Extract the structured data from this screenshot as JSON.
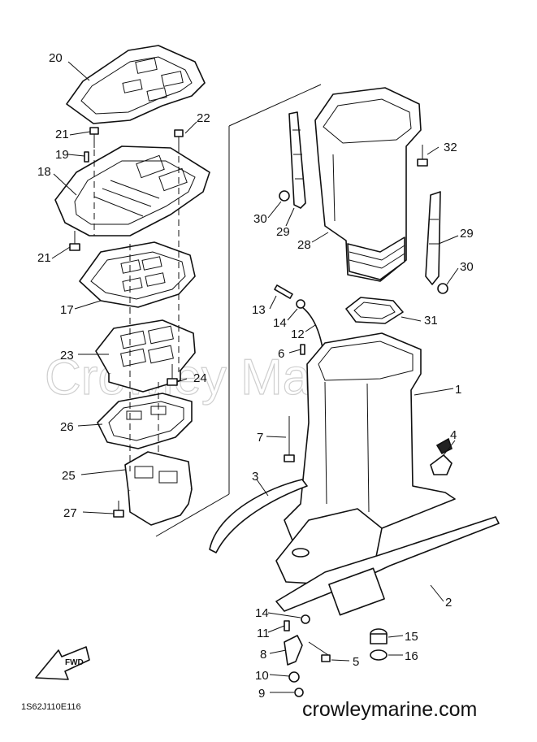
{
  "diagram": {
    "watermark": "Crowley Marine",
    "code": "1S62J110E116",
    "credit": "crowleymarine.com",
    "fwd_label": "FWD"
  },
  "callouts": [
    {
      "id": "c20",
      "label": "20"
    },
    {
      "id": "c22",
      "label": "22"
    },
    {
      "id": "c21a",
      "label": "21"
    },
    {
      "id": "c19",
      "label": "19"
    },
    {
      "id": "c18",
      "label": "18"
    },
    {
      "id": "c21b",
      "label": "21"
    },
    {
      "id": "c17",
      "label": "17"
    },
    {
      "id": "c23",
      "label": "23"
    },
    {
      "id": "c24",
      "label": "24"
    },
    {
      "id": "c26",
      "label": "26"
    },
    {
      "id": "c25",
      "label": "25"
    },
    {
      "id": "c27",
      "label": "27"
    },
    {
      "id": "c32",
      "label": "32"
    },
    {
      "id": "c30a",
      "label": "30"
    },
    {
      "id": "c29a",
      "label": "29"
    },
    {
      "id": "c28",
      "label": "28"
    },
    {
      "id": "c29b",
      "label": "29"
    },
    {
      "id": "c30b",
      "label": "30"
    },
    {
      "id": "c13",
      "label": "13"
    },
    {
      "id": "c14a",
      "label": "14"
    },
    {
      "id": "c12",
      "label": "12"
    },
    {
      "id": "c31",
      "label": "31"
    },
    {
      "id": "c6",
      "label": "6"
    },
    {
      "id": "c1",
      "label": "1"
    },
    {
      "id": "c7",
      "label": "7"
    },
    {
      "id": "c4",
      "label": "4"
    },
    {
      "id": "c3",
      "label": "3"
    },
    {
      "id": "c2",
      "label": "2"
    },
    {
      "id": "c14b",
      "label": "14"
    },
    {
      "id": "c11",
      "label": "11"
    },
    {
      "id": "c15",
      "label": "15"
    },
    {
      "id": "c8",
      "label": "8"
    },
    {
      "id": "c5",
      "label": "5"
    },
    {
      "id": "c16",
      "label": "16"
    },
    {
      "id": "c10",
      "label": "10"
    },
    {
      "id": "c9",
      "label": "9"
    }
  ]
}
